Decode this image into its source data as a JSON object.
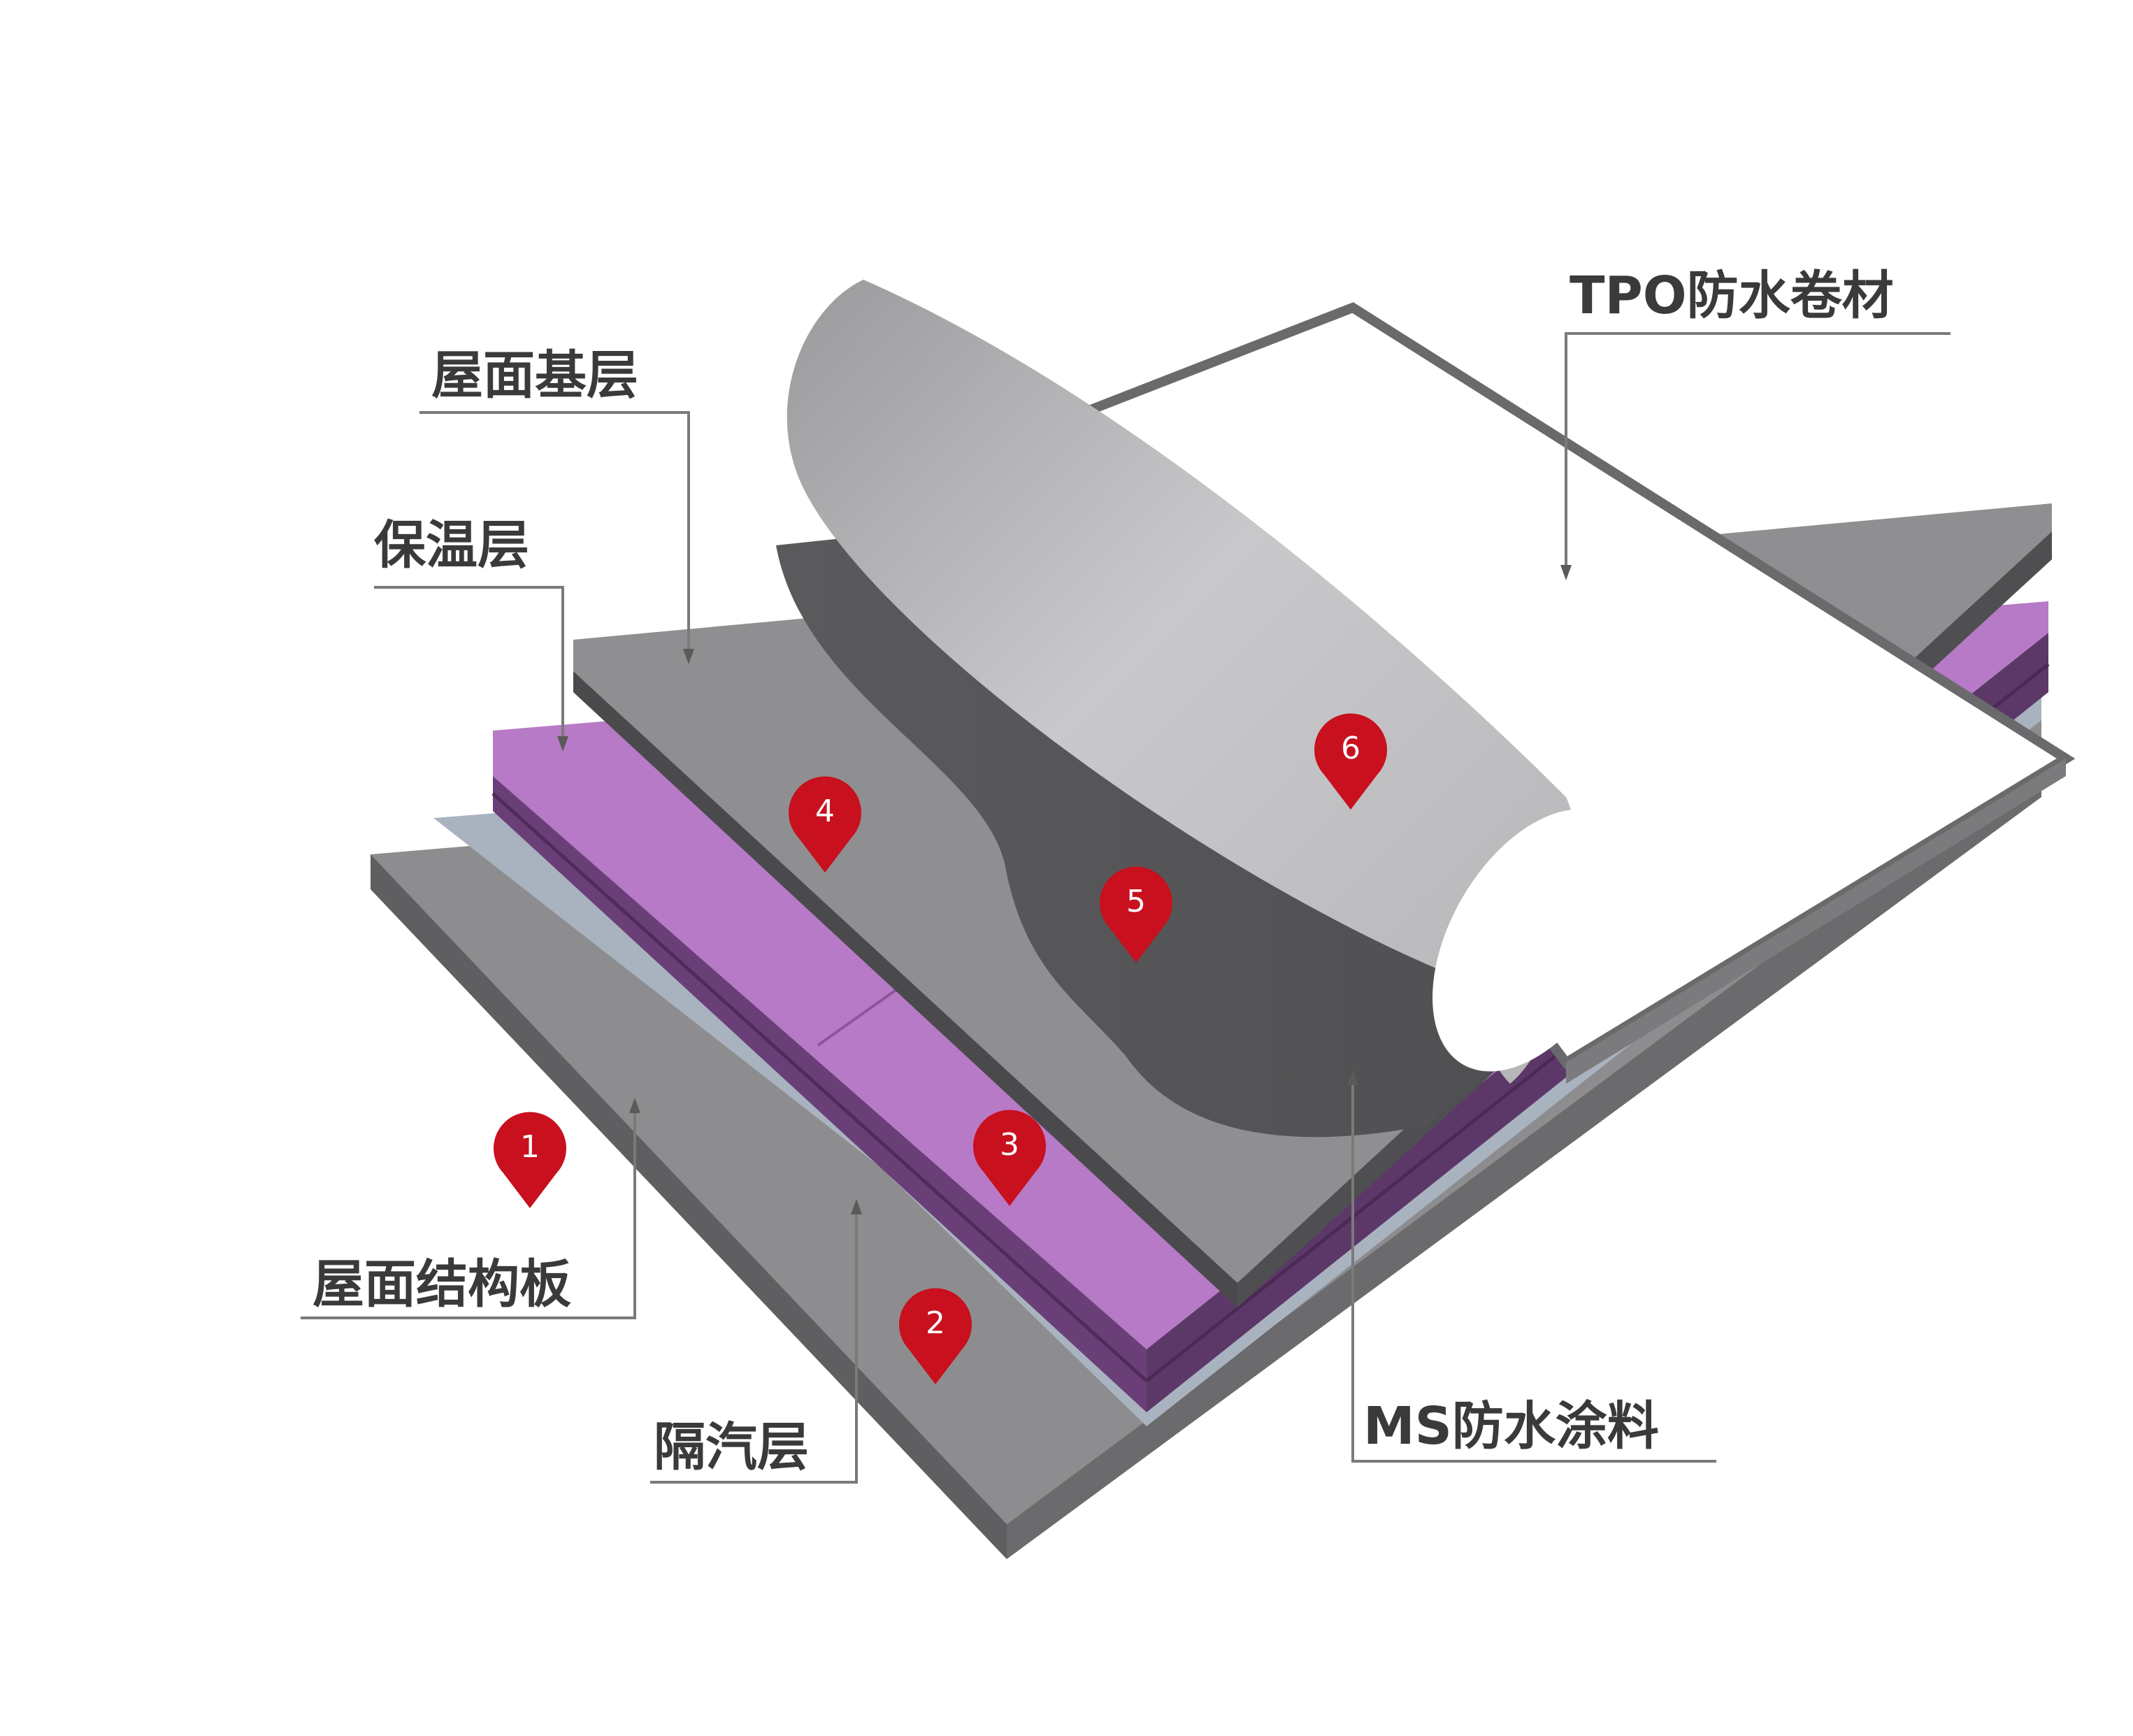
{
  "labels": {
    "tpo_membrane": "TPO防水卷材",
    "roof_base_layer": "屋面基层",
    "insulation_layer": "保温层",
    "roof_structural_slab": "屋面结构板",
    "vapor_barrier": "隔汽层",
    "ms_coating": "MS防水涂料"
  },
  "markers": [
    "1",
    "2",
    "3",
    "4",
    "5",
    "6"
  ],
  "colors": {
    "slab": "#8d8d8f",
    "slab_side": "#5f5f61",
    "vapor": "#a9b3c0",
    "insulation": "#b77ac6",
    "insulation_side": "#6a3f78",
    "base": "#8f8f91",
    "coating": "#5c5c5e",
    "tpo": "#ffffff",
    "tpo_edge": "#6a6a6c",
    "marker": "#c8101e"
  }
}
